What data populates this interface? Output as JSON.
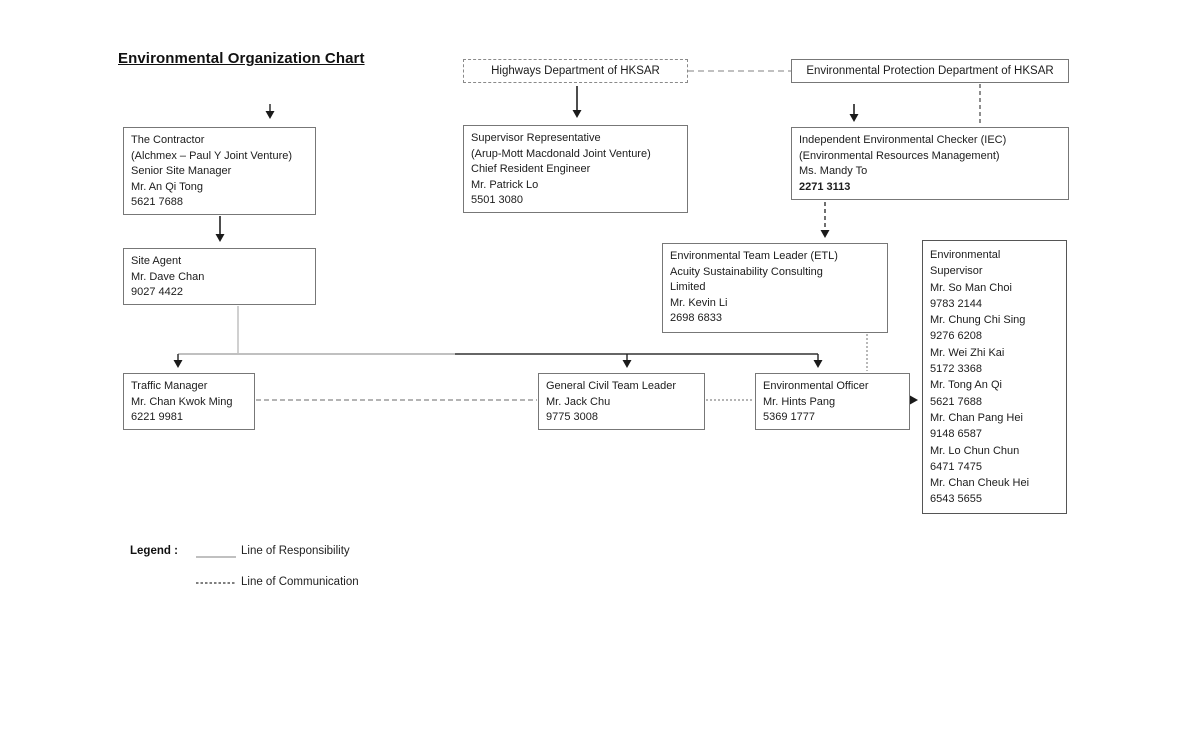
{
  "title": "Environmental Organization Chart",
  "boxes": {
    "highways": {
      "label": "Highways Department of HKSAR"
    },
    "epd": {
      "label": "Environmental Protection Department of HKSAR"
    },
    "contractor": {
      "lines": [
        "The Contractor",
        "(Alchmex – Paul Y Joint Venture)",
        "Senior Site Manager",
        "Mr. An Qi Tong",
        "5621 7688"
      ]
    },
    "supervisor_rep": {
      "lines": [
        "Supervisor Representative",
        "(Arup-Mott Macdonald Joint Venture)",
        "Chief Resident Engineer",
        "Mr. Patrick Lo",
        "5501 3080"
      ]
    },
    "iec": {
      "lines": [
        "Independent Environmental Checker (IEC)",
        "(Environmental Resources Management)",
        "Ms. Mandy To"
      ],
      "phone": "2271 3113"
    },
    "site_agent": {
      "lines": [
        "Site Agent",
        "Mr. Dave Chan",
        "9027 4422"
      ]
    },
    "etl": {
      "lines": [
        "Environmental Team Leader (ETL)",
        "Acuity Sustainability Consulting",
        "Limited",
        "Mr. Kevin Li",
        "2698 6833"
      ]
    },
    "env_supervisor": {
      "lines": [
        "Environmental",
        "Supervisor",
        "Mr. So Man Choi",
        "9783 2144",
        "Mr. Chung Chi Sing",
        "9276 6208",
        "Mr. Wei Zhi Kai",
        "5172 3368",
        "Mr. Tong An Qi",
        "5621 7688",
        "Mr. Chan Pang Hei",
        "9148 6587",
        "Mr. Lo Chun Chun",
        "6471 7475",
        "Mr. Chan Cheuk Hei",
        "6543 5655"
      ]
    },
    "traffic_manager": {
      "lines": [
        "Traffic Manager",
        "Mr. Chan Kwok Ming",
        "6221 9981"
      ]
    },
    "gctl": {
      "lines": [
        "General Civil Team Leader",
        "Mr. Jack Chu",
        "9775 3008"
      ]
    },
    "env_officer": {
      "lines": [
        "Environmental Officer",
        "Mr. Hints Pang",
        "5369 1777"
      ]
    }
  },
  "legend": {
    "label": "Legend :",
    "items": [
      {
        "label": "Line of Responsibility",
        "style": "solid"
      },
      {
        "label": "Line of Communication",
        "style": "dashed"
      }
    ]
  },
  "colors": {
    "line_responsibility": "#222222",
    "line_communication": "#888888",
    "box_border": "#777777",
    "text": "#1c1c1c"
  }
}
